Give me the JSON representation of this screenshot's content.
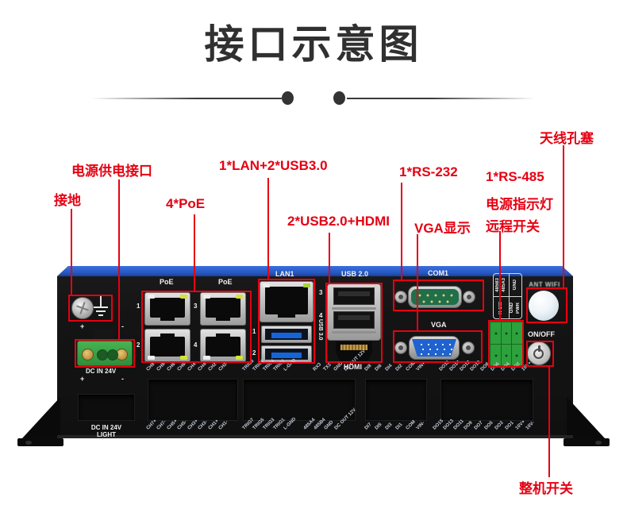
{
  "title": "接口示意图",
  "colors": {
    "accent_red": "#e60012",
    "title_gray": "#303030",
    "case_blue": "#2356c0",
    "terminal_green": "#2da13c"
  },
  "callouts": {
    "ground": "接地",
    "power_input": "电源供电接口",
    "poe": "4*PoE",
    "lan_usb3": "1*LAN+2*USB3.0",
    "usb2_hdmi": "2*USB2.0+HDMI",
    "rs232": "1*RS-232",
    "vga_display": "VGA显示",
    "rs485": "1*RS-485",
    "power_led": "电源指示灯",
    "remote_switch": "远程开关",
    "antenna_plug": "天线孔塞",
    "main_switch": "整机开关"
  },
  "device": {
    "poe_label_left": "PoE",
    "poe_label_right": "PoE",
    "poe_numbers": [
      "1",
      "2",
      "3",
      "4"
    ],
    "lan_label": "LAN1",
    "usb3_numbers": [
      "1",
      "2"
    ],
    "usb2_label": "USB 2.0",
    "usb2_numbers": [
      "3",
      "4"
    ],
    "usb3_vertical_label": "USB 3.0",
    "hdmi_label": "HDMI",
    "com1_label": "COM1",
    "vga_label": "VGA",
    "ant_label": "ANT WIFI",
    "onoff_label": "ON/OFF",
    "plus": "+",
    "minus": "-",
    "dc_in_label": "DC IN 24V",
    "dc_light_line1": "DC IN 24V",
    "dc_light_line2": "LIGHT",
    "pin_panel": {
      "c1a": "485B3",
      "c1b": "485A3",
      "c2": "GND",
      "c3": "R-SW",
      "c4a": "GND",
      "c4b": "PWR"
    },
    "pin_rows": {
      "ch_top": [
        "CH8+",
        "CH8-",
        "CH6+",
        "CH6-",
        "CH4+",
        "CH4-",
        "CH2+",
        "CH2-"
      ],
      "ch_bottom": [
        "CH7+",
        "CH7-",
        "CH5+",
        "CH5-",
        "CH3+",
        "CH3-",
        "CH1+",
        "CH1-"
      ],
      "trig_top": [
        "TRIG8",
        "TRIG6",
        "TRIG4",
        "TRIG2",
        "L-GND"
      ],
      "trig_bottom": [
        "TRIG7",
        "TRIG5",
        "TRIG3",
        "TRIG1",
        "L-GND"
      ],
      "serial_top": [
        "RX3",
        "TX3",
        "GND",
        "DC OUT 12V"
      ],
      "serial_bottom": [
        "485A4",
        "485B4",
        "GND",
        "DC OUT 12V"
      ],
      "di_top": [
        "DI8",
        "DI6",
        "DI4",
        "DI2",
        "COM",
        "VIN+"
      ],
      "di_bottom": [
        "DI7",
        "DI5",
        "DI3",
        "DI1",
        "COM",
        "VIN-"
      ],
      "do_top": [
        "DO16",
        "DO14",
        "DO12",
        "DO10",
        "DO8",
        "DO6",
        "DO4",
        "DO2",
        "10V+"
      ],
      "do_bottom": [
        "DO15",
        "DO13",
        "DO11",
        "DO9",
        "DO7",
        "DO5",
        "DO3",
        "DO1",
        "10V+",
        "10V-"
      ]
    }
  }
}
